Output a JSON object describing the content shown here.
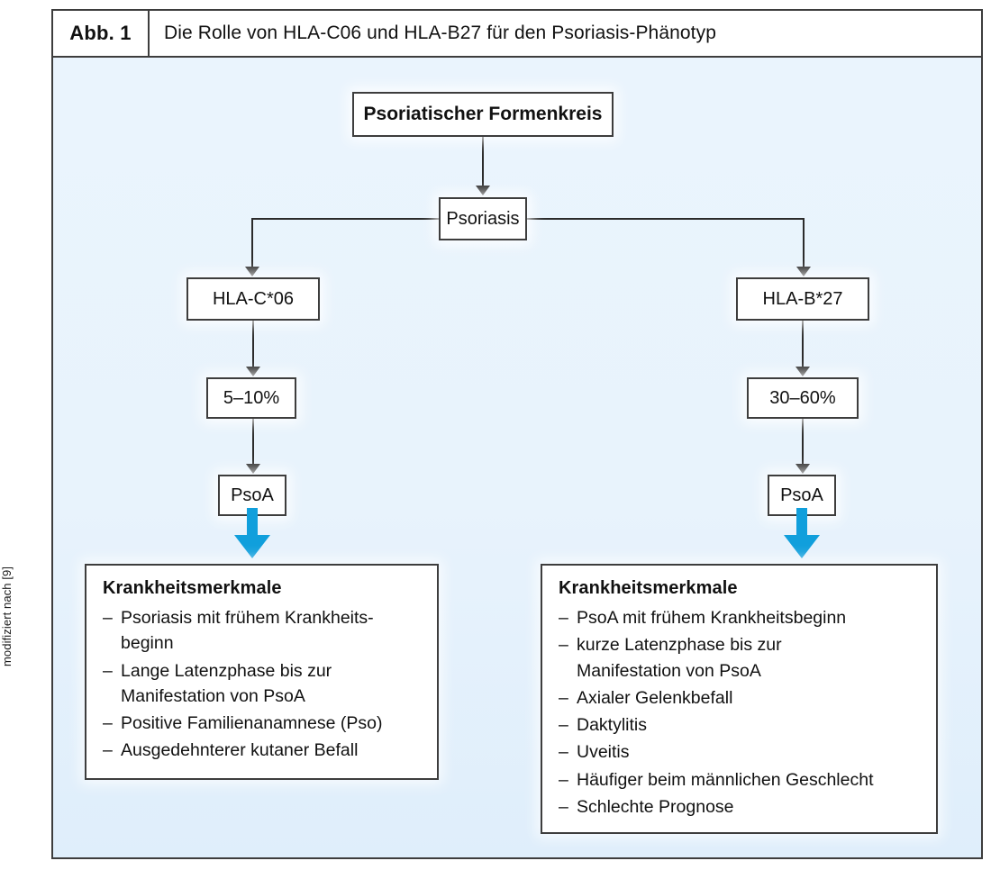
{
  "source_note": "modifiziert nach [9]",
  "caption": {
    "number": "Abb. 1",
    "title": "Die Rolle von HLA-C06 und HLA-B27 für den Psoriasis-Phänotyp"
  },
  "colors": {
    "frame_border": "#3d3d3d",
    "canvas_background": "#e8f3fc",
    "blue_arrow": "#109fdc",
    "connector": "#2b2b2b",
    "box_fill": "#ffffff"
  },
  "flow": {
    "root": "Psoriatischer Formenkreis",
    "level2": "Psoriasis",
    "branches": [
      {
        "allele": "HLA-C*06",
        "prevalence": "5–10%",
        "outcome": "PsoA",
        "details": {
          "heading": "Krankheitsmerkmale",
          "items": [
            "Psoriasis mit frühem Krankheits-\nbeginn",
            "Lange Latenzphase bis zur\nManifestation von PsoA",
            "Positive Familienanamnese (Pso)",
            "Ausgedehnterer kutaner Befall"
          ]
        }
      },
      {
        "allele": "HLA-B*27",
        "prevalence": "30–60%",
        "outcome": "PsoA",
        "details": {
          "heading": "Krankheitsmerkmale",
          "items": [
            "PsoA mit frühem Krankheitsbeginn",
            "kurze Latenzphase bis zur\nManifestation von PsoA",
            "Axialer Gelenkbefall",
            "Daktylitis",
            "Uveitis",
            "Häufiger beim männlichen Geschlecht",
            "Schlechte Prognose"
          ]
        }
      }
    ]
  }
}
